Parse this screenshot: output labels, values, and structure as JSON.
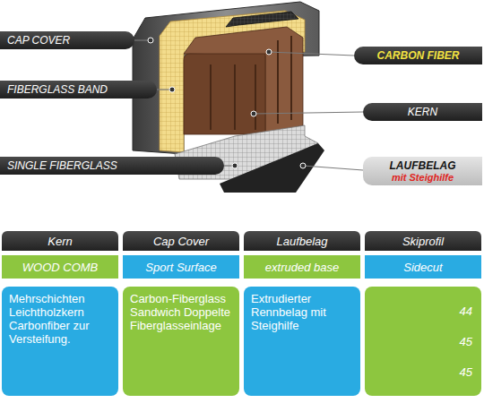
{
  "diagram": {
    "nodes": [
      {
        "text": [
          "CAP COVER"
        ]
      },
      {
        "text": [
          "CARBON FIBER"
        ]
      },
      {
        "text": [
          "FIBERGLASS BAND"
        ]
      },
      {
        "text": [
          "KERN"
        ]
      },
      {
        "text": [
          "SINGLE FIBERGLASS"
        ]
      },
      {
        "text": [
          "LAUFBELAG",
          "mit Steighilfe"
        ]
      },
      {
        "text": [
          "Kern"
        ]
      },
      {
        "text": [
          "Cap Cover"
        ]
      },
      {
        "text": [
          "Laufbelag"
        ]
      },
      {
        "text": [
          "Skiprofil"
        ]
      },
      {
        "text": [
          "WOOD COMB"
        ]
      },
      {
        "text": [
          "Sport Surface"
        ]
      },
      {
        "text": [
          "extruded base"
        ]
      },
      {
        "text": [
          "Sidecut"
        ]
      },
      {
        "text": [
          "Mehrschichten Leichtholzkern Carbonfiber zur Versteifung."
        ]
      },
      {
        "text": [
          "Carbon-Fiberglass Sandwich Doppelte Fiberglasseinlage"
        ]
      },
      {
        "text": [
          "Extrudierter Rennbelag mit Steighilfe"
        ]
      },
      {
        "text": [
          "44",
          "45",
          "45"
        ]
      }
    ]
  }
}
